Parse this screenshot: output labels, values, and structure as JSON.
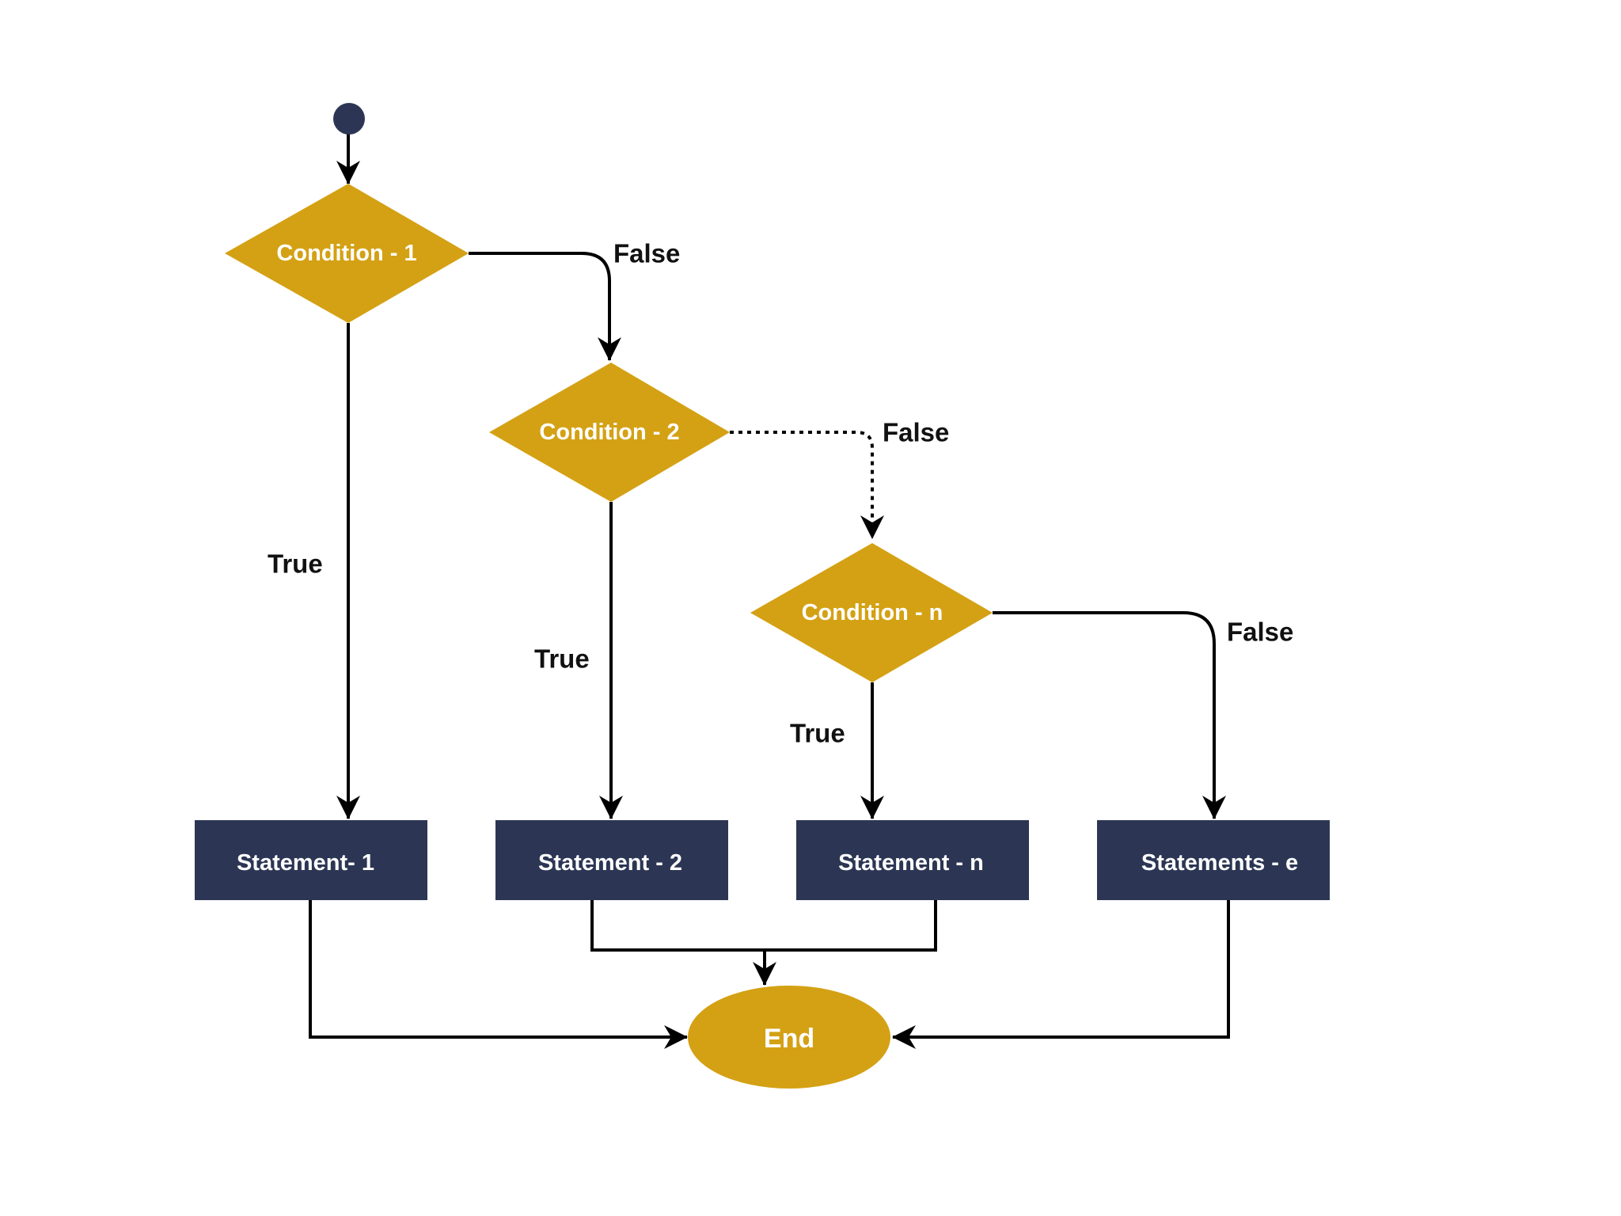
{
  "colors": {
    "decision": "#D4A114",
    "statement": "#2C3654",
    "end": "#D4A114",
    "start": "#2C3654",
    "line": "#000000"
  },
  "nodes": {
    "condition_1": "Condition  - 1",
    "condition_2": "Condition - 2",
    "condition_n": "Condition - n",
    "statement_1": "Statement- 1",
    "statement_2": "Statement - 2",
    "statement_n": "Statement - n",
    "statements_e": "Statements - e",
    "end": "End"
  },
  "edge_labels": {
    "false_1": "False",
    "false_2": "False",
    "false_n": "False",
    "true_1": "True",
    "true_2": "True",
    "true_n": "True"
  }
}
